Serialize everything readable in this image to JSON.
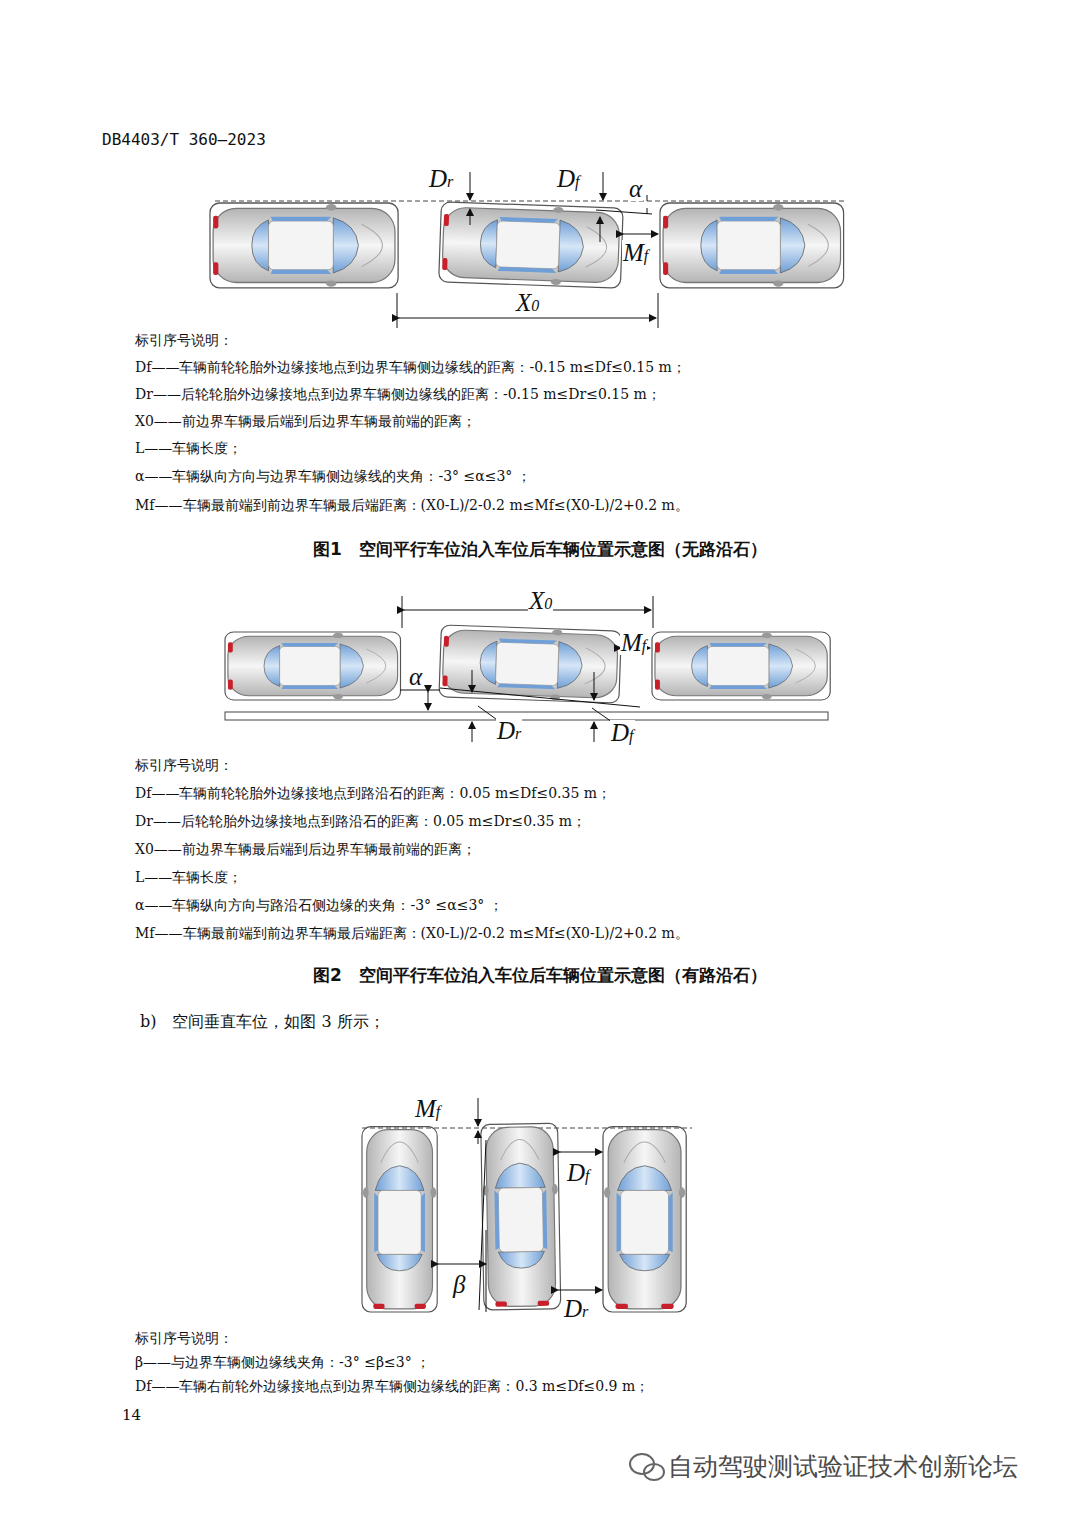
{
  "diagram": {
    "labels": [
      "DB4403/T 360—2023",
      "Dr",
      "Df",
      "α",
      "Mf",
      "X0",
      "标引序号说明：",
      "Df——车辆前轮轮胎外边缘接地点到边界车辆侧边缘线的距离：-0.15 m≤Df≤0.15 m；",
      "Dr——后轮轮胎外边缘接地点到边界车辆侧边缘线的距离：-0.15 m≤Dr≤0.15 m；",
      "X0——前边界车辆最后端到后边界车辆最前端的距离；",
      "L——车辆长度；",
      "α——车辆纵向方向与边界车辆侧边缘线的夹角：-3° ≤α≤3° ；",
      "Mf——车辆最前端到前边界车辆最后端距离：(X0-L)/2-0.2 m≤Mf≤(X0-L)/2+0.2 m。",
      "图1　空间平行车位泊入车位后车辆位置示意图（无路沿石）",
      "X0",
      "Mf",
      "α",
      "Dr",
      "Df",
      "标引序号说明：",
      "Df——车辆前轮轮胎外边缘接地点到路沿石的距离：0.05 m≤Df≤0.35 m；",
      "Dr——后轮轮胎外边缘接地点到路沿石的距离：0.05 m≤Dr≤0.35 m；",
      "X0——前边界车辆最后端到后边界车辆最前端的距离；",
      "L——车辆长度；",
      "α——车辆纵向方向与路沿石侧边缘的夹角：-3° ≤α≤3° ；",
      "Mf——车辆最前端到前边界车辆最后端距离：(X0-L)/2-0.2 m≤Mf≤(X0-L)/2+0.2 m。",
      "图2　空间平行车位泊入车位后车辆位置示意图（有路沿石）",
      "b)　空间垂直车位，如图 3 所示；",
      "Mf",
      "Df",
      "β",
      "Dr",
      "标引序号说明：",
      "β——与边界车辆侧边缘线夹角：-3° ≤β≤3° ；",
      "Df——车辆右前轮外边缘接地点到边界车辆侧边缘线的距离：0.3 m≤Df≤0.9 m；",
      "14",
      "自动驾驶测试验证技术创新论坛"
    ]
  }
}
